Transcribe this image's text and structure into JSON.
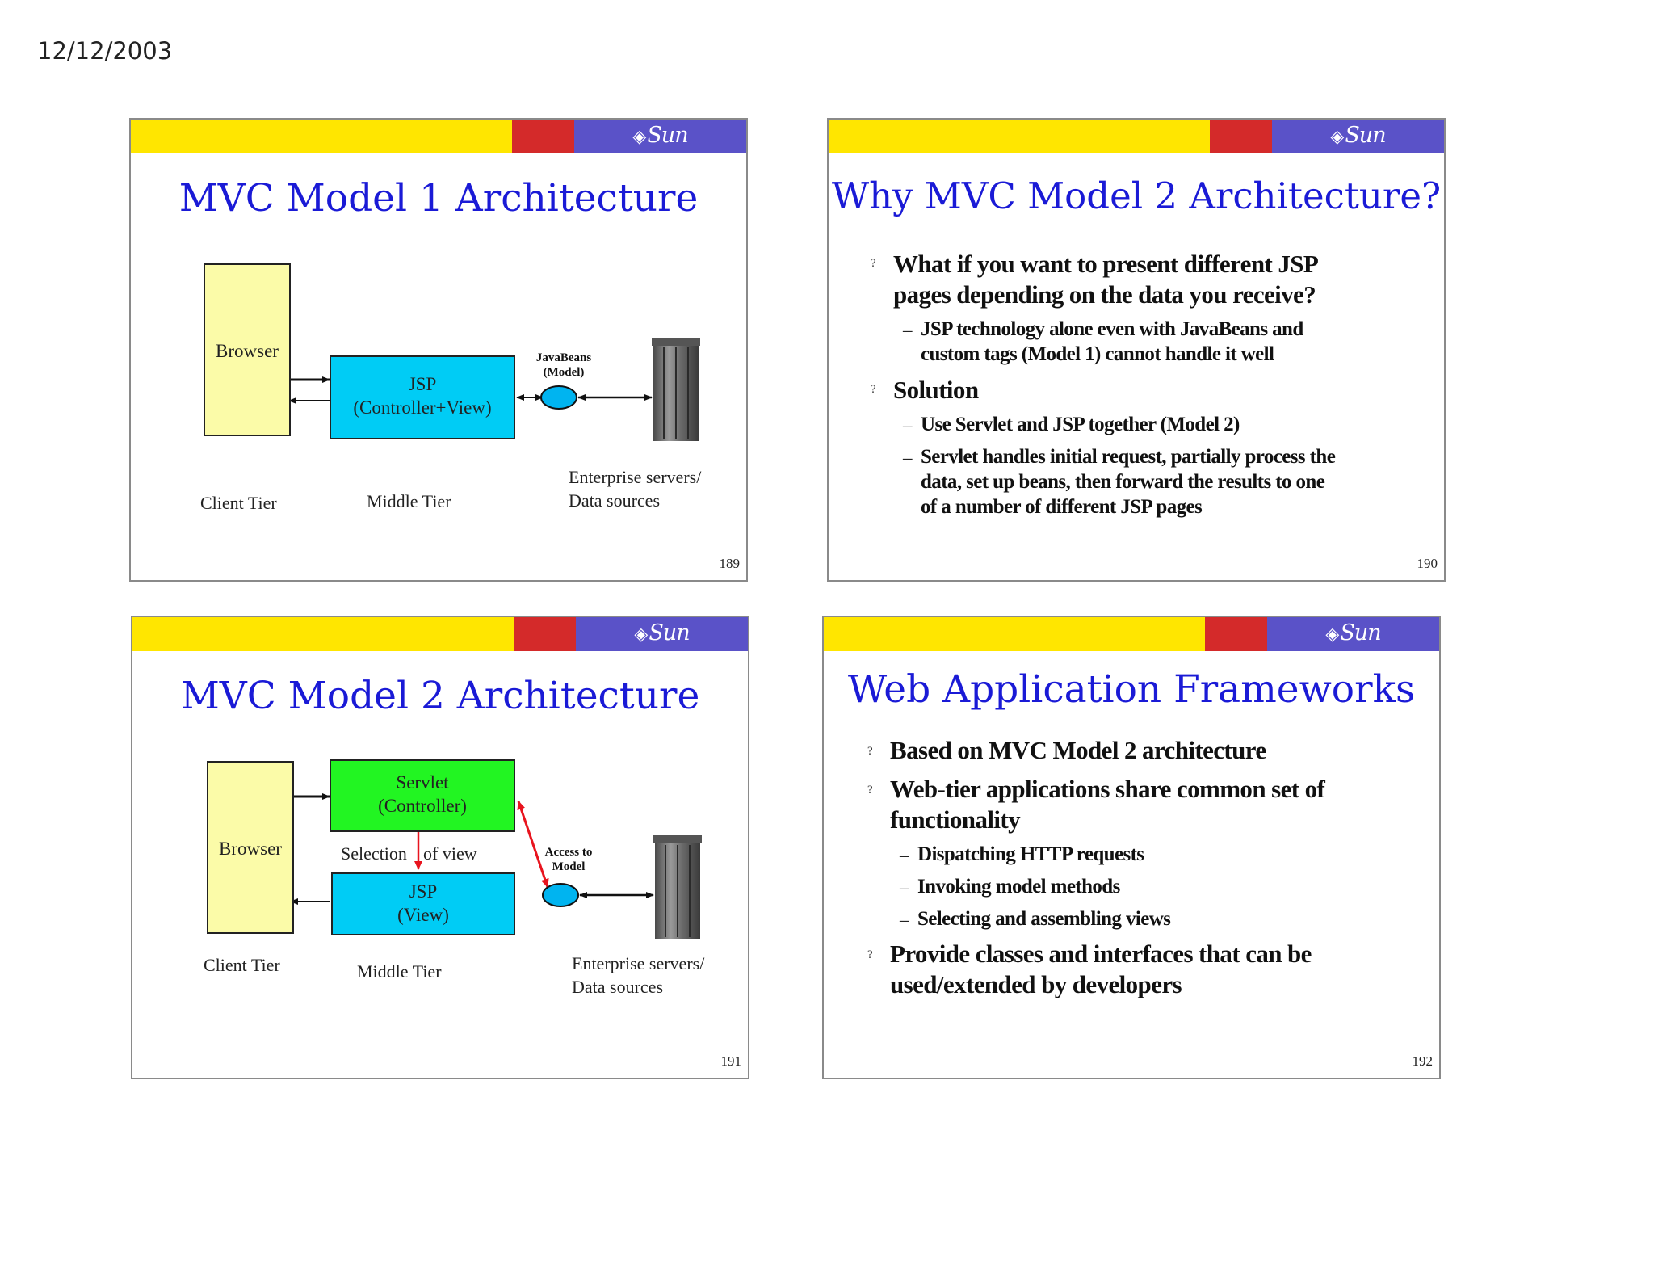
{
  "page": {
    "date": "12/12/2003"
  },
  "logo_text": "Sun",
  "colors": {
    "header_yellow": "#ffe600",
    "header_red": "#d42a2a",
    "header_blue": "#5a52c8",
    "title_blue": "#1a1ad6",
    "browser_fill": "#fbfba8",
    "jsp_fill": "#00ccf5",
    "servlet_fill": "#22f522",
    "arrow_red": "#e8141e"
  },
  "slide189": {
    "title": "MVC Model 1 Architecture",
    "browser": "Browser",
    "jsp_line1": "JSP",
    "jsp_line2": "(Controller+View)",
    "javabeans_line1": "JavaBeans",
    "javabeans_line2": "(Model)",
    "client_tier": "Client Tier",
    "middle_tier": "Middle Tier",
    "enterprise_line1": "Enterprise servers/",
    "enterprise_line2": "Data sources",
    "number": "189"
  },
  "slide190": {
    "title": "Why MVC Model 2 Architecture?",
    "bullet_marker": "?",
    "b1_line1": "What if you want to present different JSP",
    "b1_line2": "pages depending on the data you receive?",
    "b1_sub1_line1": "JSP technology alone even with JavaBeans and",
    "b1_sub1_line2": "custom tags (Model 1) cannot handle it well",
    "b2": "Solution",
    "b2_sub1": "Use Servlet and JSP together (Model 2)",
    "b2_sub2_line1": "Servlet handles initial request, partially process the",
    "b2_sub2_line2": "data, set up beans, then forward the results to one",
    "b2_sub2_line3": "of a number of different JSP pages",
    "dash": "–",
    "number": "190"
  },
  "slide191": {
    "title": "MVC Model 2 Architecture",
    "browser": "Browser",
    "servlet_line1": "Servlet",
    "servlet_line2": "(Controller)",
    "selection": "Selection",
    "of_view": "of view",
    "jsp_line1": "JSP",
    "jsp_line2": "(View)",
    "access_line1": "Access to",
    "access_line2": "Model",
    "client_tier": "Client Tier",
    "middle_tier": "Middle Tier",
    "enterprise_line1": "Enterprise servers/",
    "enterprise_line2": "Data sources",
    "number": "191"
  },
  "slide192": {
    "title": "Web Application Frameworks",
    "bullet_marker": "?",
    "b1": "Based on MVC Model 2 architecture",
    "b2_line1": "Web-tier applications share common set of",
    "b2_line2": "functionality",
    "b2_sub1": "Dispatching HTTP requests",
    "b2_sub2": "Invoking model methods",
    "b2_sub3": "Selecting and assembling views",
    "b3_line1": "Provide classes and interfaces that can be",
    "b3_line2": "used/extended by developers",
    "dash": "–",
    "number": "192"
  }
}
